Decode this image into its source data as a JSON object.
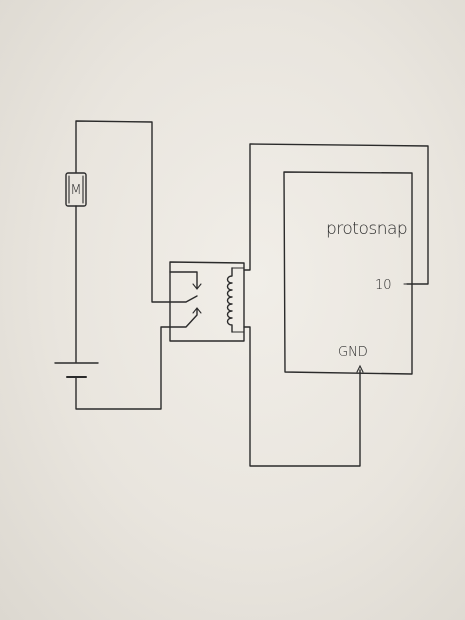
{
  "diagram": {
    "components": {
      "motor": {
        "label": "M",
        "icon": "motor-symbol"
      },
      "battery": {
        "icon": "battery-symbol"
      },
      "relay": {
        "icon": "relay-symbol"
      },
      "board": {
        "label": "protosnap",
        "pin_label": "10",
        "ground_label": "GND"
      }
    },
    "ink_color": "#2b2b2b",
    "paper_color": "#ece9e3"
  }
}
